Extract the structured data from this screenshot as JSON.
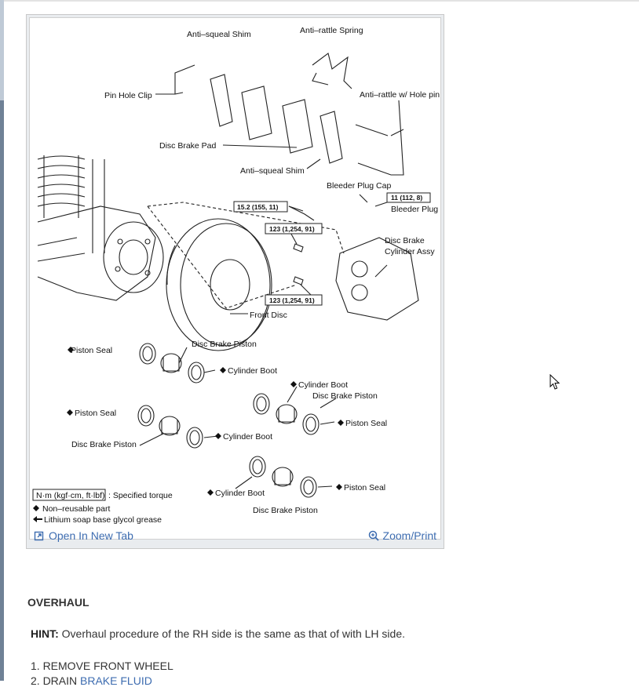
{
  "figure": {
    "labels": {
      "anti_squeal_shim_top": "Anti–squeal Shim",
      "anti_rattle_spring": "Anti–rattle Spring",
      "pin_hole_clip": "Pin Hole Clip",
      "anti_rattle_hole_pin": "Anti–rattle w/ Hole pin",
      "disc_brake_pad": "Disc Brake Pad",
      "anti_squeal_shim_mid": "Anti–squeal Shim",
      "bleeder_plug_cap": "Bleeder Plug Cap",
      "torque_bleeder": "11 (112, 8)",
      "bleeder_plug": "Bleeder Plug",
      "torque_line": "15.2 (155, 11)",
      "torque_bolt_upper": "123 (1,254, 91)",
      "disc_brake_cylinder_assy_1": "Disc Brake",
      "disc_brake_cylinder_assy_2": "Cylinder Assy",
      "torque_bolt_lower": "123 (1,254, 91)",
      "front_disc": "Front Disc",
      "piston_seal_1": "Piston Seal",
      "disc_brake_piston_1": "Disc Brake Piston",
      "cylinder_boot_1": "Cylinder Boot",
      "cylinder_boot_2": "Cylinder Boot",
      "disc_brake_piston_2": "Disc Brake Piston",
      "piston_seal_2": "Piston Seal",
      "piston_seal_3": "Piston Seal",
      "cylinder_boot_3": "Cylinder Boot",
      "disc_brake_piston_3": "Disc Brake Piston",
      "cylinder_boot_4": "Cylinder Boot",
      "piston_seal_4": "Piston Seal",
      "disc_brake_piston_4": "Disc Brake Piston",
      "legend_torque_box": "N·m (kgf·cm, ft·lbf)",
      "legend_torque_text": ": Specified torque",
      "legend_non_reusable": "Non–reusable part",
      "legend_grease": "Lithium soap base glycol grease"
    },
    "open_new_tab": "Open In New Tab",
    "zoom_print": "Zoom/Print"
  },
  "content": {
    "section_title": "OVERHAUL",
    "hint_label": "HINT:",
    "hint_text": " Overhaul procedure of the RH side is the same as that of with LH side.",
    "steps": [
      {
        "prefix": "1. REMOVE FRONT WHEEL",
        "link": ""
      },
      {
        "prefix": "2. DRAIN ",
        "link": "BRAKE FLUID"
      }
    ]
  },
  "colors": {
    "link": "#3d6cb0",
    "text": "#333333"
  }
}
